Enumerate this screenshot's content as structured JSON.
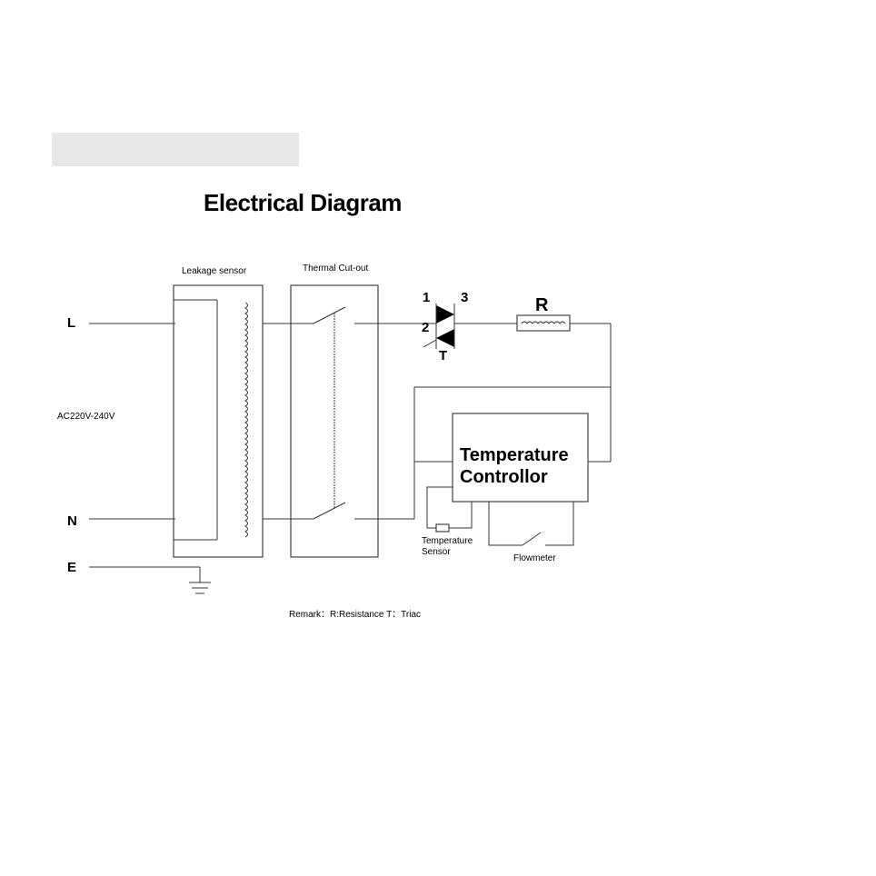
{
  "diagram": {
    "title": "Electrical Diagram",
    "labels": {
      "leakage_sensor": "Leakage sensor",
      "thermal_cutout": "Thermal Cut-out",
      "line": "L",
      "neutral": "N",
      "earth": "E",
      "supply": "AC220V-240V",
      "triac_pin1": "1",
      "triac_pin2": "2",
      "triac_pin3": "3",
      "triac_gate": "T",
      "resistance": "R",
      "controller_line1": "Temperature",
      "controller_line2": "Controllor",
      "temp_sensor_line1": "Temperature",
      "temp_sensor_line2": "Sensor",
      "flowmeter": "Flowmeter",
      "remark": "Remark：R:Resistance  T：Triac"
    }
  }
}
